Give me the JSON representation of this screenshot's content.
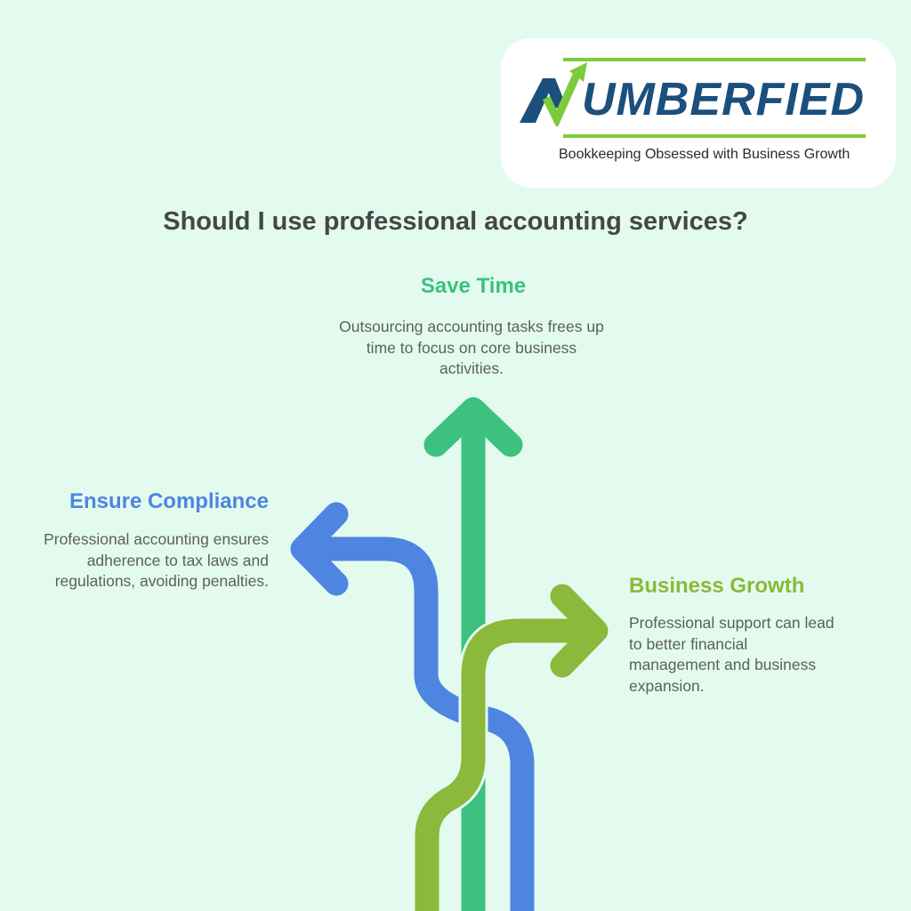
{
  "logo": {
    "wordmark": "UMBERFIED",
    "tagline": "Bookkeeping Obsessed with Business Growth",
    "colors": {
      "navy": "#1b4f7c",
      "lime": "#7ccb3a"
    }
  },
  "title": "Should I use professional accounting services?",
  "options": [
    {
      "id": "save-time",
      "heading": "Save Time",
      "description": "Outsourcing accounting tasks frees up time to focus on core business activities.",
      "direction": "up",
      "color": "#3cc17f"
    },
    {
      "id": "ensure-compliance",
      "heading": "Ensure Compliance",
      "description": "Professional accounting ensures adherence to tax laws and regulations, avoiding penalties.",
      "direction": "left",
      "color": "#4e85e0"
    },
    {
      "id": "business-growth",
      "heading": "Business Growth",
      "description": "Professional support can lead to better financial management and business expansion.",
      "direction": "right",
      "color": "#8ab93b"
    }
  ],
  "background": "#e3fbee"
}
